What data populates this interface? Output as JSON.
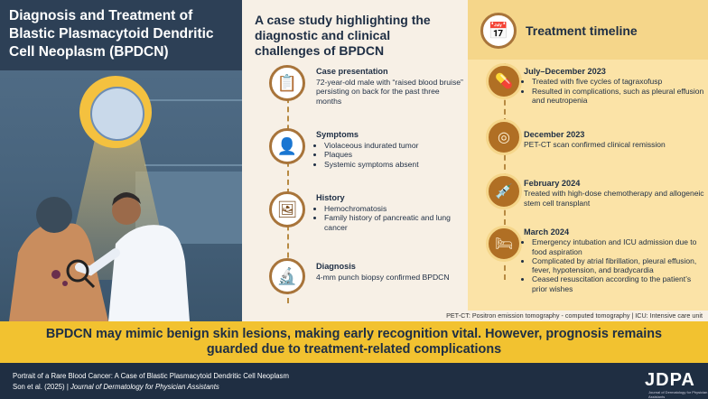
{
  "title": "Diagnosis and Treatment of Blastic Plasmacytoid Dendritic Cell Neoplasm (BPDCN)",
  "subtitle": "A case study highlighting the diagnostic and clinical challenges of BPDCN",
  "sections": [
    {
      "icon": "clipboard-icon",
      "title": "Case presentation",
      "text": "72-year-old male with “raised blood bruise” persisting on back for the past three months"
    },
    {
      "icon": "patient-icon",
      "title": "Symptoms",
      "bullets": [
        "Violaceous indurated tumor",
        "Plaques",
        "Systemic symptoms absent"
      ]
    },
    {
      "icon": "family-photo-icon",
      "title": "History",
      "bullets": [
        "Hemochromatosis",
        "Family history of pancreatic and lung cancer"
      ]
    },
    {
      "icon": "microscope-icon",
      "title": "Diagnosis",
      "text": "4-mm punch biopsy confirmed BPDCN"
    }
  ],
  "timeline": {
    "title": "Treatment timeline",
    "events": [
      {
        "icon": "medication-bottle-icon",
        "date": "July–December 2023",
        "bullets": [
          "Treated with five cycles of tagraxofusp",
          "Resulted in complications, such as pleural effusion and neutropenia"
        ]
      },
      {
        "icon": "pet-scanner-icon",
        "date": "December 2023",
        "text": "PET-CT scan confirmed clinical remission"
      },
      {
        "icon": "iv-drip-icon",
        "date": "February 2024",
        "text": "Treated with high-dose chemotherapy and allogeneic stem cell transplant"
      },
      {
        "icon": "icu-bed-icon",
        "date": "March 2024",
        "bullets": [
          "Emergency intubation and ICU admission due to food aspiration",
          "Complicated by atrial fibrillation, pleural effusion, fever, hypotension, and bradycardia",
          "Ceased resuscitation according to the patient’s prior wishes"
        ]
      }
    ]
  },
  "abbreviations": "PET-CT: Positron emission tomography - computed tomography  |  ICU: Intensive care unit",
  "banner": "BPDCN may mimic benign skin lesions, making early recognition vital. However, prognosis remains guarded due to treatment-related complications",
  "footer": {
    "article_title": "Portrait of a Rare Blood Cancer: A Case of Blastic Plasmacytoid Dendritic Cell Neoplasm",
    "authors": "Son et al. (2025)  |  ",
    "journal": "Journal of Dermatology for Physician Assistants",
    "logo": "JDPA",
    "logo_sub": "Journal of Dermatology for Physician Assistants"
  },
  "colors": {
    "navy": "#1f2e42",
    "gold": "#f2c230",
    "bronze": "#b06f24",
    "cream": "#f7f0e6"
  }
}
